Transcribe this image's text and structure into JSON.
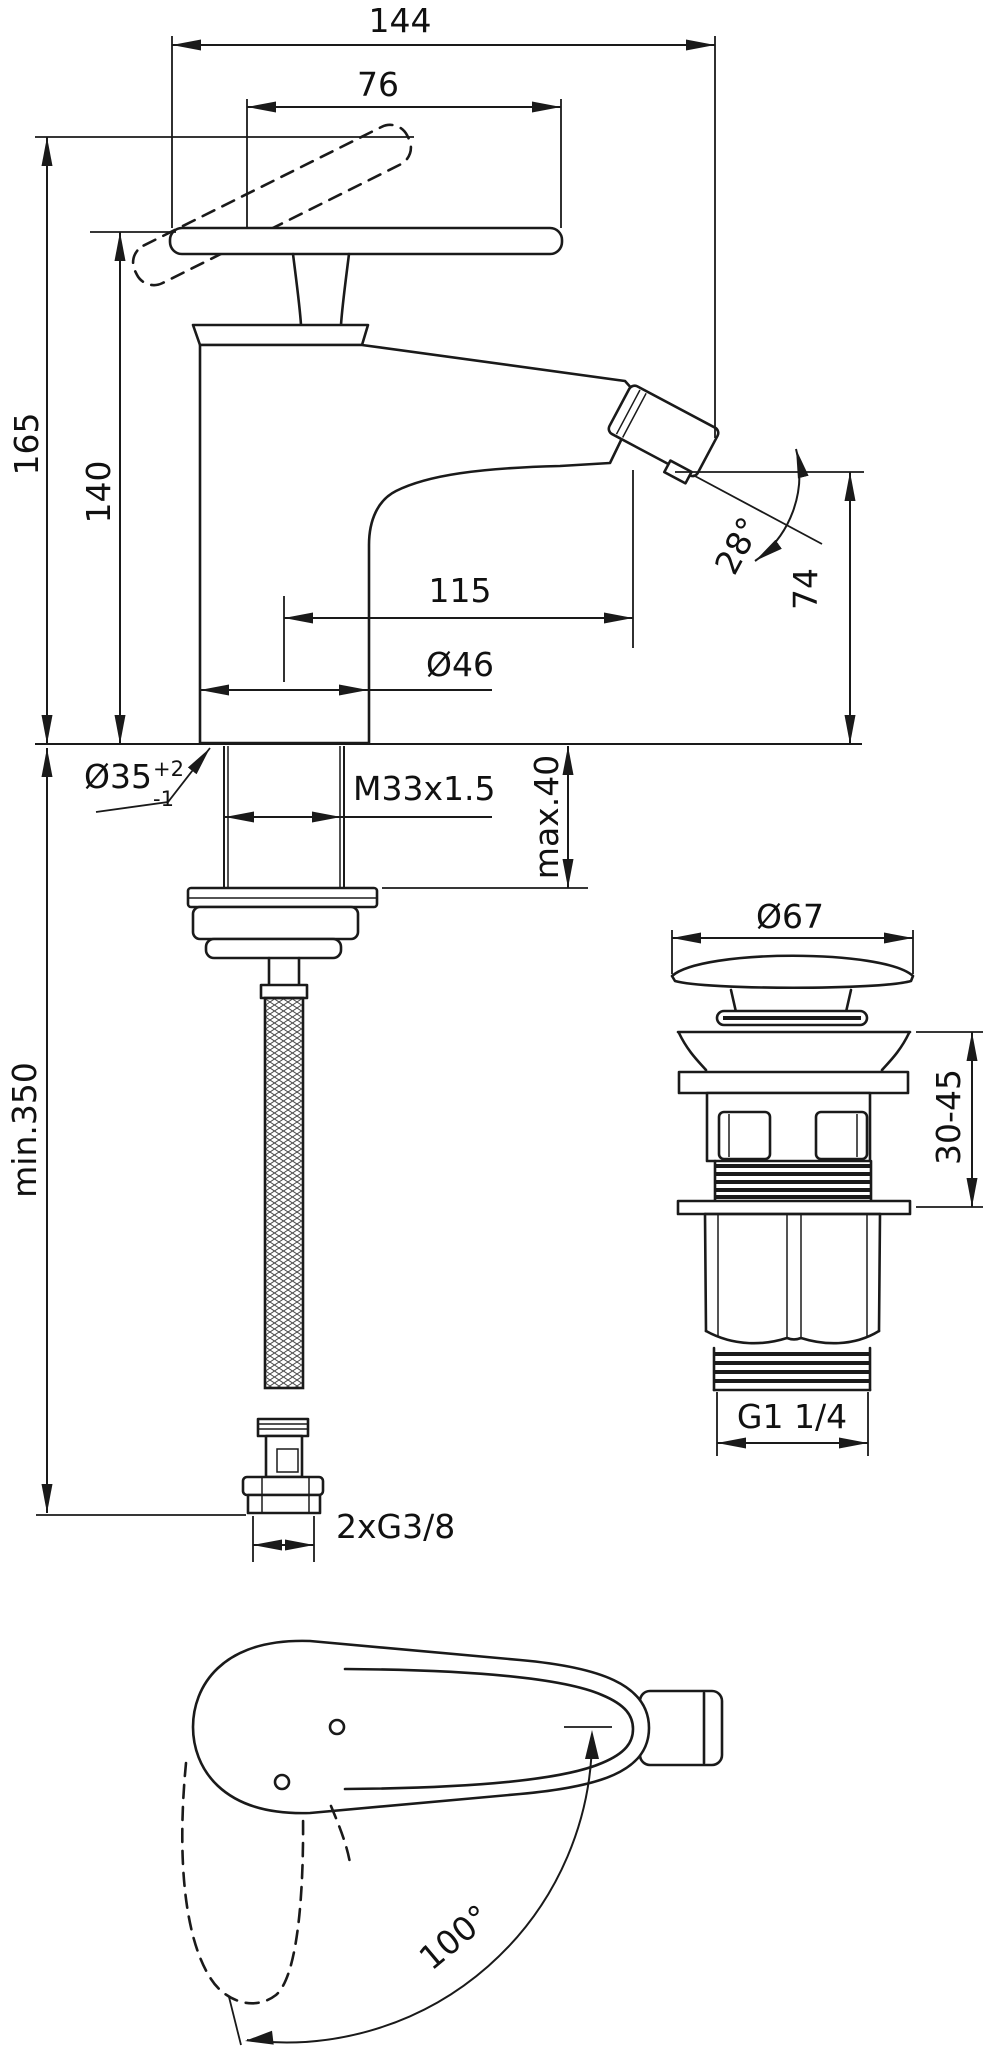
{
  "drawing": {
    "description": "Dimensional technical drawing of a single-lever bidet mixer tap with pop-up waste and flexible supply hose",
    "colors": {
      "line": "#1a1a1a",
      "background": "#ffffff"
    },
    "dims": {
      "d144": "144",
      "d76": "76",
      "d165": "165",
      "d140": "140",
      "d115": "115",
      "d46": "Ø46",
      "d28": "28°",
      "d74": "74",
      "d35": "Ø35",
      "d35sup": "+2",
      "d35sub": "-1",
      "m33": "M33x1.5",
      "max40": "max.40",
      "min350": "min.350",
      "d67": "Ø67",
      "range3045": "30-45",
      "g114": "G1 1/4",
      "g38": "2xG3/8",
      "a100": "100°"
    }
  }
}
